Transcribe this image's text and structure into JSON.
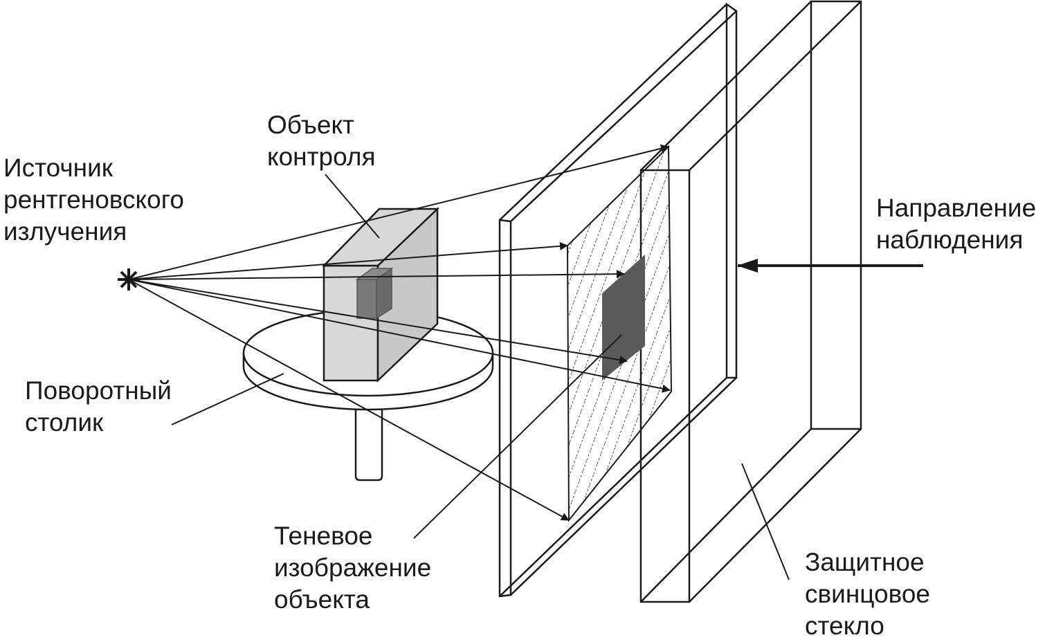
{
  "labels": {
    "source": [
      "Источник",
      "рентгеновского",
      "излучения"
    ],
    "object": [
      "Объект",
      "контроля"
    ],
    "table": [
      "Поворотный",
      "столик"
    ],
    "shadow": [
      "Теневое",
      "изображение",
      "объекта"
    ],
    "direction": [
      "Направление",
      "наблюдения"
    ],
    "glass": [
      "Защитное",
      "свинцовое",
      "стекло"
    ]
  },
  "colors": {
    "line": "#1a1a1a",
    "object_face": "#d8d8d8",
    "object_side": "#c8c8c8",
    "defect": "#7a7a7a",
    "shadow": "#5a5a5a",
    "background": "#ffffff"
  },
  "icons": {
    "source": "asterisk-burst-icon"
  }
}
